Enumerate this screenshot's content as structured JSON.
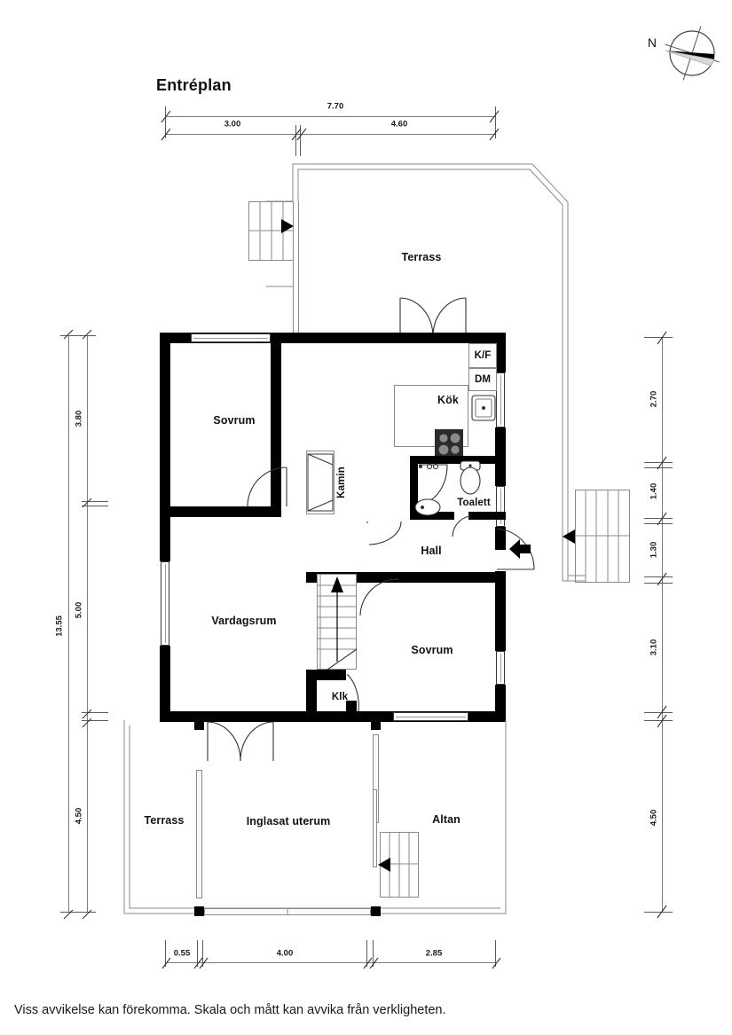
{
  "page": {
    "title": "Entréplan",
    "caption": "Viss avvikelse kan förekomma. Skala och mått kan avvika från verkligheten.",
    "compass_label": "N"
  },
  "rooms": [
    {
      "key": "terrass_top",
      "label": "Terrass"
    },
    {
      "key": "sovrum_top",
      "label": "Sovrum"
    },
    {
      "key": "kamin",
      "label": "Kamin"
    },
    {
      "key": "kok",
      "label": "Kök"
    },
    {
      "key": "kf",
      "label": "K/F"
    },
    {
      "key": "dm",
      "label": "DM"
    },
    {
      "key": "toalett",
      "label": "Toalett"
    },
    {
      "key": "hall",
      "label": "Hall"
    },
    {
      "key": "vardagsrum",
      "label": "Vardagsrum"
    },
    {
      "key": "sovrum_bottom",
      "label": "Sovrum"
    },
    {
      "key": "klk",
      "label": "Klk"
    },
    {
      "key": "terrass_bottom",
      "label": "Terrass"
    },
    {
      "key": "inglasat",
      "label": "Inglasat uterum"
    },
    {
      "key": "altan",
      "label": "Altan"
    }
  ],
  "dimensions": {
    "top_total": "7.70",
    "top_segments": [
      "3.00",
      "4.60"
    ],
    "left_total": "13.55",
    "left_segments": [
      "3.80",
      "5.00",
      "4.50"
    ],
    "right_segments": [
      "2.70",
      "1.40",
      "1.30",
      "3.10",
      "4.50"
    ],
    "bottom_segments": [
      "0.55",
      "4.00",
      "2.85"
    ]
  },
  "colors": {
    "wall": "#000000",
    "thin_outline": "#8a8a8a",
    "dimension_line": "#7d7d7d",
    "text": "#111111",
    "background": "#ffffff"
  }
}
